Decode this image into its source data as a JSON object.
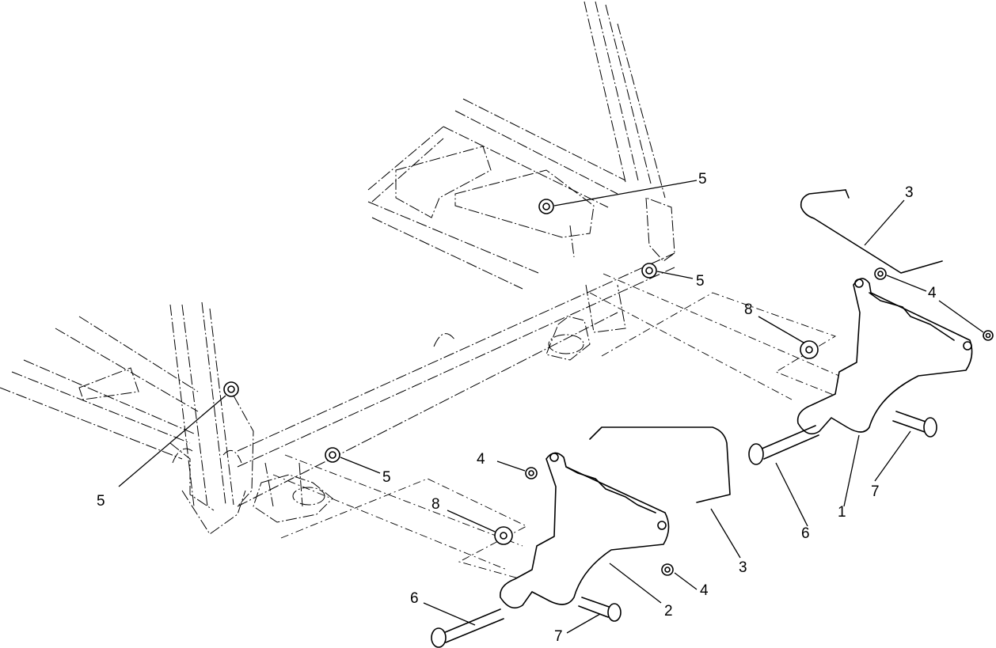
{
  "callouts": [
    {
      "id": "c5a",
      "label": "5"
    },
    {
      "id": "c5b",
      "label": "5"
    },
    {
      "id": "c5c",
      "label": "5"
    },
    {
      "id": "c5d",
      "label": "5"
    },
    {
      "id": "c3a",
      "label": "3"
    },
    {
      "id": "c3b",
      "label": "3"
    },
    {
      "id": "c4a",
      "label": "4"
    },
    {
      "id": "c4b",
      "label": "4"
    },
    {
      "id": "c4c",
      "label": "4"
    },
    {
      "id": "c8a",
      "label": "8"
    },
    {
      "id": "c8b",
      "label": "8"
    },
    {
      "id": "c6a",
      "label": "6"
    },
    {
      "id": "c6b",
      "label": "6"
    },
    {
      "id": "c7a",
      "label": "7"
    },
    {
      "id": "c7b",
      "label": "7"
    },
    {
      "id": "c1",
      "label": "1"
    },
    {
      "id": "c2",
      "label": "2"
    }
  ]
}
